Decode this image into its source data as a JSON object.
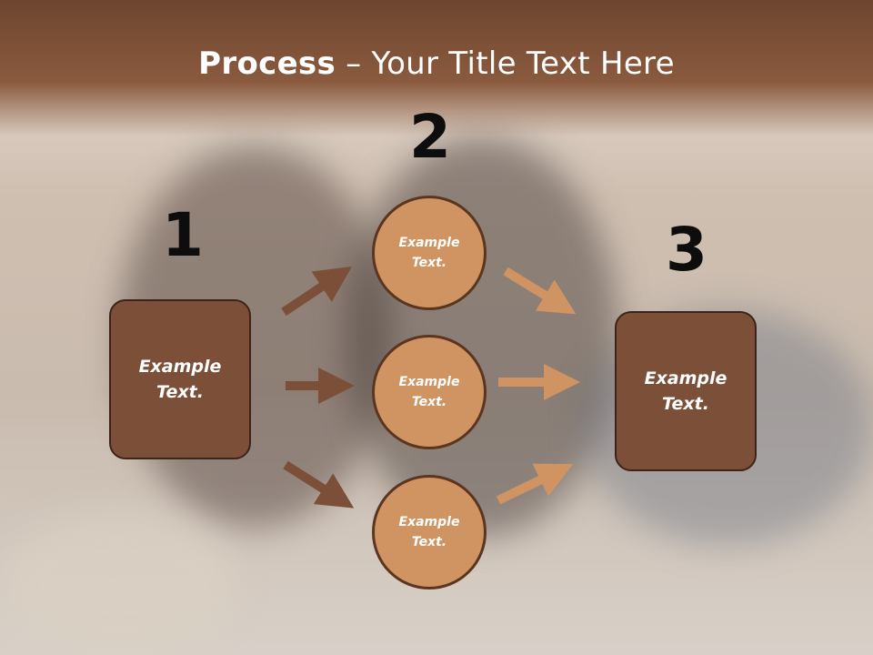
{
  "slide": {
    "title_bold": "Process",
    "title_rest": " – Your Title Text Here"
  },
  "steps": [
    {
      "number": "1",
      "text": "Example Text."
    },
    {
      "number": "2",
      "text": "Example Text."
    },
    {
      "number": "3",
      "text": "Example Text."
    }
  ],
  "middle_nodes": [
    {
      "text": "Example Text."
    },
    {
      "text": "Example Text."
    },
    {
      "text": "Example Text."
    }
  ],
  "colors": {
    "box_fill": "#7b4f38",
    "circle_fill": "#cf9462",
    "arrow_dark": "#7b4f38",
    "arrow_light": "#cf9462"
  }
}
